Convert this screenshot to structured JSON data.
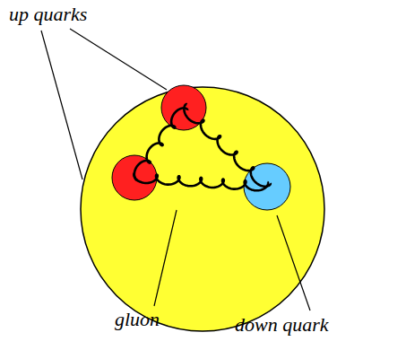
{
  "diagram": {
    "labels": [
      "up quarks",
      "gluon",
      "down quark"
    ]
  }
}
